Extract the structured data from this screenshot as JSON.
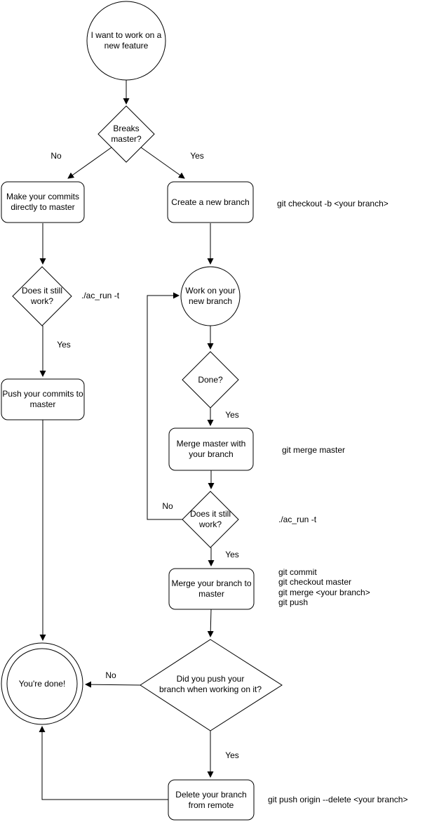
{
  "flowchart": {
    "colors": {
      "stroke": "#000000",
      "fill": "#ffffff",
      "text": "#000000"
    },
    "nodes": {
      "start": "I want to work on a\nnew feature",
      "breaks_master": "Breaks\nmaster?",
      "commit_to_master": "Make your commits\ndirectly to master",
      "create_branch": "Create a new branch",
      "still_work_left": "Does it still\nwork?",
      "push_commits": "Push your commits to\nmaster",
      "work_branch": "Work on your\nnew branch",
      "done_q": "Done?",
      "merge_master": "Merge master with\nyour branch",
      "still_work_right": "Does it still\nwork?",
      "merge_branch": "Merge your branch to\nmaster",
      "did_push": "Did you push your\nbranch when working on it?",
      "youre_done": "You're done!",
      "delete_branch": "Delete your branch\nfrom remote"
    },
    "edge_labels": {
      "breaks_no": "No",
      "breaks_yes": "Yes",
      "still_left_yes": "Yes",
      "done_yes": "Yes",
      "still_right_no": "No",
      "still_right_yes": "Yes",
      "did_push_no": "No",
      "did_push_yes": "Yes"
    },
    "annotations": {
      "checkout_cmd": "git checkout -b <your branch>",
      "test_cmd_left": "./ac_run -t",
      "merge_master_cmd": "git merge master",
      "test_cmd_right": "./ac_run -t",
      "merge_to_master_cmds": "git commit\ngit checkout master\ngit merge <your branch>\ngit push",
      "delete_remote_cmd": "git push origin --delete <your branch>"
    }
  }
}
